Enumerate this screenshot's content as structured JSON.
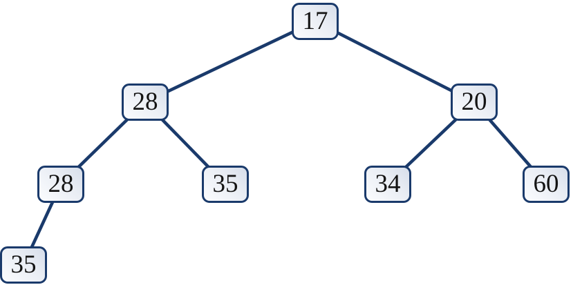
{
  "diagram": {
    "type": "binary-tree",
    "colors": {
      "edge": "#1a3a6b",
      "node_border": "#1a3a6b",
      "node_fill_dark": "#d7deea",
      "node_fill_light": "#fbfcfe",
      "text": "#141414",
      "background": "#ffffff"
    },
    "nodes": [
      {
        "id": "root",
        "value": "17",
        "level": 0
      },
      {
        "id": "l",
        "value": "28",
        "level": 1,
        "parent": "root"
      },
      {
        "id": "r",
        "value": "20",
        "level": 1,
        "parent": "root"
      },
      {
        "id": "ll",
        "value": "28",
        "level": 2,
        "parent": "l"
      },
      {
        "id": "lr",
        "value": "35",
        "level": 2,
        "parent": "l"
      },
      {
        "id": "rl",
        "value": "34",
        "level": 2,
        "parent": "r"
      },
      {
        "id": "rr",
        "value": "60",
        "level": 2,
        "parent": "r"
      },
      {
        "id": "lll",
        "value": "35",
        "level": 3,
        "parent": "ll"
      }
    ],
    "edges": [
      [
        "root",
        "l"
      ],
      [
        "root",
        "r"
      ],
      [
        "l",
        "ll"
      ],
      [
        "l",
        "lr"
      ],
      [
        "r",
        "rl"
      ],
      [
        "r",
        "rr"
      ],
      [
        "ll",
        "lll"
      ]
    ]
  }
}
